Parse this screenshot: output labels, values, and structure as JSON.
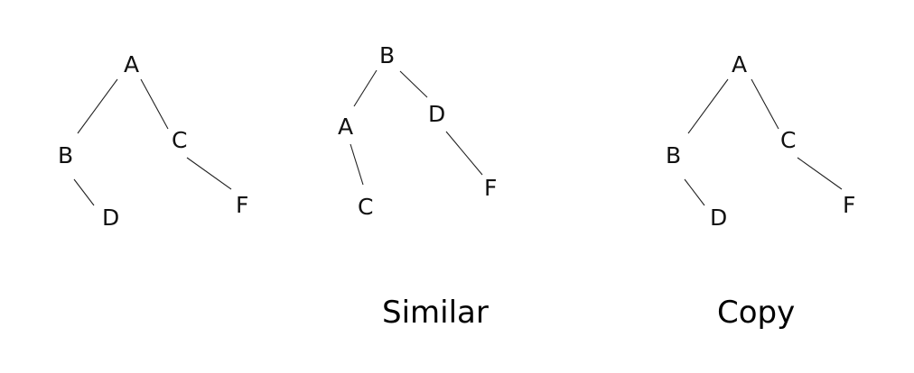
{
  "trees": [
    {
      "id": "tree-original",
      "caption": "",
      "nodes": [
        "A",
        "B",
        "C",
        "D",
        "F"
      ],
      "edges": [
        [
          "A",
          "B"
        ],
        [
          "A",
          "C"
        ],
        [
          "B",
          "D"
        ],
        [
          "C",
          "F"
        ]
      ]
    },
    {
      "id": "tree-similar",
      "caption": "Similar",
      "nodes": [
        "B",
        "A",
        "D",
        "C",
        "F"
      ],
      "edges": [
        [
          "B",
          "A"
        ],
        [
          "B",
          "D"
        ],
        [
          "A",
          "C"
        ],
        [
          "D",
          "F"
        ]
      ]
    },
    {
      "id": "tree-copy",
      "caption": "Copy",
      "nodes": [
        "A",
        "B",
        "C",
        "D",
        "F"
      ],
      "edges": [
        [
          "A",
          "B"
        ],
        [
          "A",
          "C"
        ],
        [
          "B",
          "D"
        ],
        [
          "C",
          "F"
        ]
      ]
    }
  ]
}
